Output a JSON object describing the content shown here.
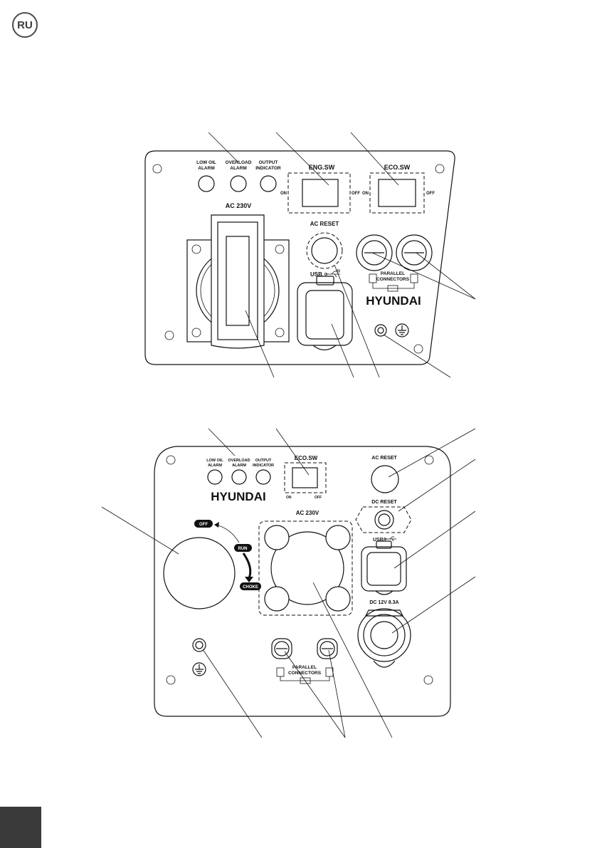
{
  "language_badge": "RU",
  "panel1": {
    "alarm_labels": [
      {
        "line1": "LOW OIL",
        "line2": "ALARM"
      },
      {
        "line1": "OVERLOAD",
        "line2": "ALARM"
      },
      {
        "line1": "OUTPUT",
        "line2": "INDICATOR"
      }
    ],
    "eng_sw": "ENG.SW",
    "eco_sw": "ECO.SW",
    "on": "ON",
    "off": "OFF",
    "ac_voltage": "AC  230V",
    "ac_reset": "AC RESET",
    "usb": "USB",
    "parallel_line1": "PARALLEL",
    "parallel_line2": "CONNECTORS",
    "brand": "HYUNDAI"
  },
  "panel2": {
    "alarm_labels": [
      {
        "line1": "LOW OIL",
        "line2": "ALARM"
      },
      {
        "line1": "OVERLOAD",
        "line2": "ALARM"
      },
      {
        "line1": "OUTPUT",
        "line2": "INDICATOR"
      }
    ],
    "eco_sw": "ECO.SW",
    "on": "ON",
    "off": "OFF",
    "brand": "HYUNDAI",
    "ac_reset": "AC RESET",
    "dc_reset": "DC RESET",
    "usb": "USB",
    "dc_output": "DC 12V 8.3A",
    "ac_voltage": "AC  230V",
    "knob_off": "OFF",
    "knob_run": "RUN",
    "knob_choke": "CHOKE",
    "parallel_line1": "PARALLEL",
    "parallel_line2": "CONNECTORS"
  }
}
